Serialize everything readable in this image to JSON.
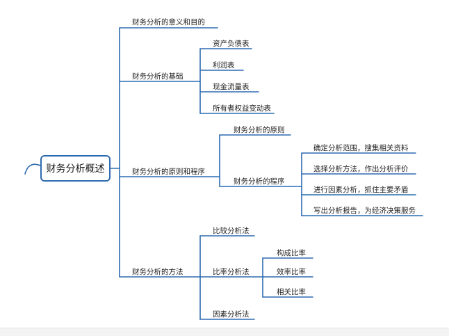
{
  "root": "财务分析概述",
  "branches": {
    "b1": "财务分析的意义和目的",
    "b2": "财务分析的基础",
    "b3": "财务分析的原则和程序",
    "b4": "财务分析的方法"
  },
  "basis": [
    "资产负债表",
    "利润表",
    "现金流量表",
    "所有者权益变动表"
  ],
  "principles": {
    "rule": "财务分析的原则",
    "procedure": "财务分析的程序",
    "steps": [
      "确定分析范围，搜集相关资料",
      "选择分析方法，作出分析评价",
      "进行因素分析，抓住主要矛盾",
      "写出分析报告，为经济决策服务"
    ]
  },
  "methods": {
    "compare": "比较分析法",
    "ratio": "比率分析法",
    "factor": "因素分析法",
    "ratio_types": [
      "构成比率",
      "效率比率",
      "相关比率"
    ]
  },
  "colors": {
    "line": "#2d6bb0",
    "text": "#222222"
  }
}
